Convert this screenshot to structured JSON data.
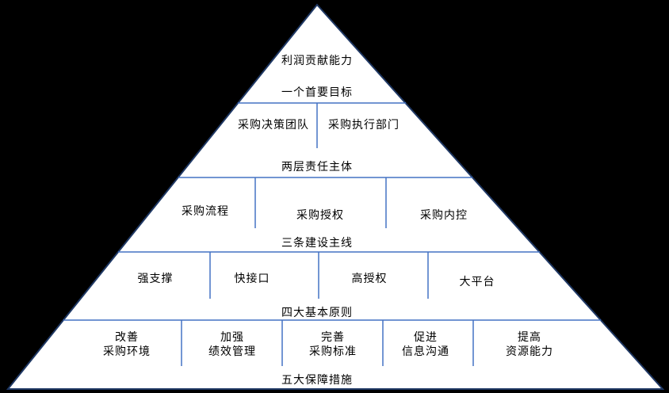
{
  "colors": {
    "background": "#000000",
    "pyramid_fill": "#ffffff",
    "outline": "#1f3864",
    "divider": "#4472c4",
    "text": "#000000"
  },
  "pyramid": {
    "levels": [
      {
        "label": "一个首要目标",
        "cells": [
          "利润贡献能力"
        ]
      },
      {
        "label": "两层责任主体",
        "cells": [
          "采购决策团队",
          "采购执行部门"
        ]
      },
      {
        "label": "三条建设主线",
        "cells": [
          "采购流程",
          "采购授权",
          "采购内控"
        ]
      },
      {
        "label": "四大基本原则",
        "cells": [
          "强支撑",
          "快接口",
          "高授权",
          "大平台"
        ]
      },
      {
        "label": "五大保障措施",
        "cells": [
          "改善\n采购环境",
          "加强\n绩效管理",
          "完善\n采购标准",
          "促进\n信息沟通",
          "提高\n资源能力"
        ]
      }
    ]
  }
}
